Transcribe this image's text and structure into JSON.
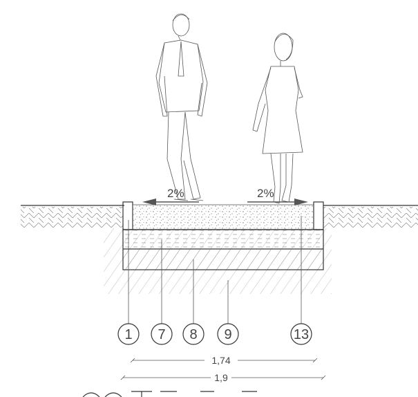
{
  "slopes": {
    "left": "2%",
    "right": "2%"
  },
  "callouts": [
    {
      "label": "1"
    },
    {
      "label": "7"
    },
    {
      "label": "8"
    },
    {
      "label": "9"
    },
    {
      "label": "13"
    }
  ],
  "dimensions": {
    "inner": "1,74",
    "outer": "1,9"
  },
  "colors": {
    "line": "#333333",
    "hatch": "#777777"
  }
}
